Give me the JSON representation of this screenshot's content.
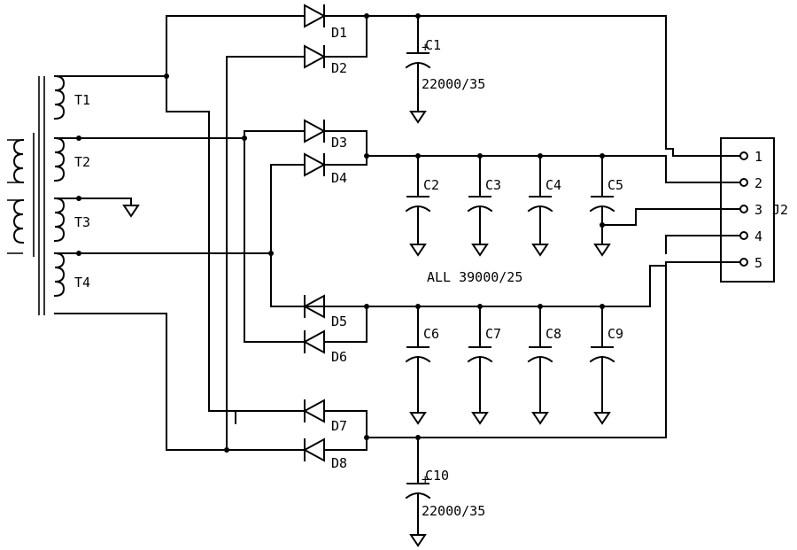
{
  "transformers": [
    "T1",
    "T2",
    "T3",
    "T4"
  ],
  "diodes": [
    "D1",
    "D2",
    "D3",
    "D4",
    "D5",
    "D6",
    "D7",
    "D8"
  ],
  "capacitors": {
    "c1": {
      "name": "C1",
      "value": "22000/35"
    },
    "c10": {
      "name": "C10",
      "value": "22000/35"
    },
    "bank": [
      "C2",
      "C3",
      "C4",
      "C5",
      "C6",
      "C7",
      "C8",
      "C9"
    ]
  },
  "bank_note": "ALL 39000/25",
  "connector": {
    "name": "J2",
    "pins": [
      "1",
      "2",
      "3",
      "4",
      "5"
    ]
  }
}
